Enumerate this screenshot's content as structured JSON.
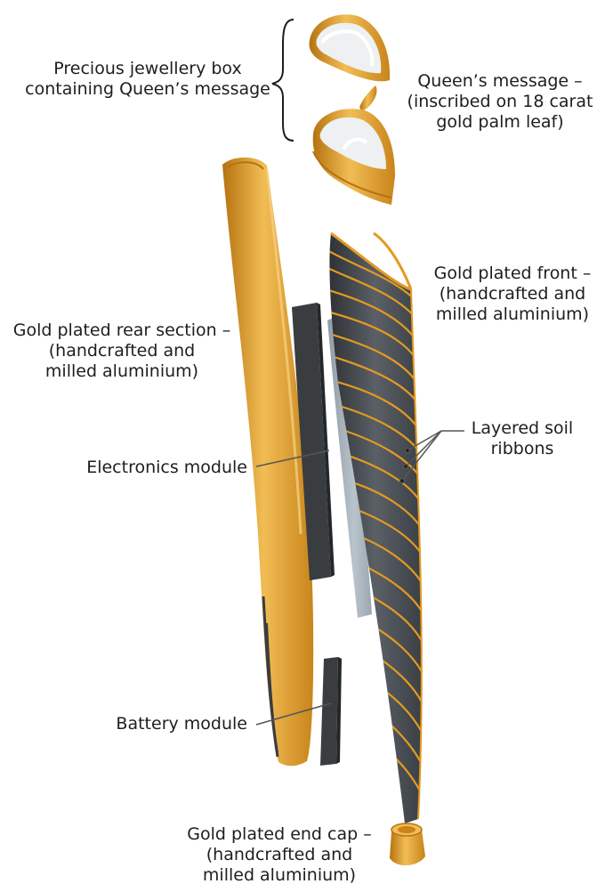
{
  "labels": {
    "jewellery_box": [
      "Precious jewellery box",
      "containing Queen’s message"
    ],
    "queens_message": [
      "Queen’s message –",
      "(inscribed on 18 carat",
      "gold palm leaf)"
    ],
    "front": [
      "Gold plated front –",
      "(handcrafted and",
      "milled aluminium)"
    ],
    "rear": [
      "Gold plated rear section –",
      "(handcrafted and",
      "milled aluminium)"
    ],
    "soil": [
      "Layered soil",
      "ribbons"
    ],
    "electronics": "Electronics module",
    "battery": "Battery module",
    "end_cap": [
      "Gold plated end cap –",
      "(handcrafted and",
      "milled aluminium)"
    ]
  },
  "colors": {
    "gold": "#e39a21",
    "gold_dark": "#b5730f",
    "gold_light": "#f2bd55",
    "dark_module": "#3a3d40",
    "slate": "#4c5156",
    "grey_panel": "#a9b4bd",
    "text": "#1e1e1e"
  }
}
